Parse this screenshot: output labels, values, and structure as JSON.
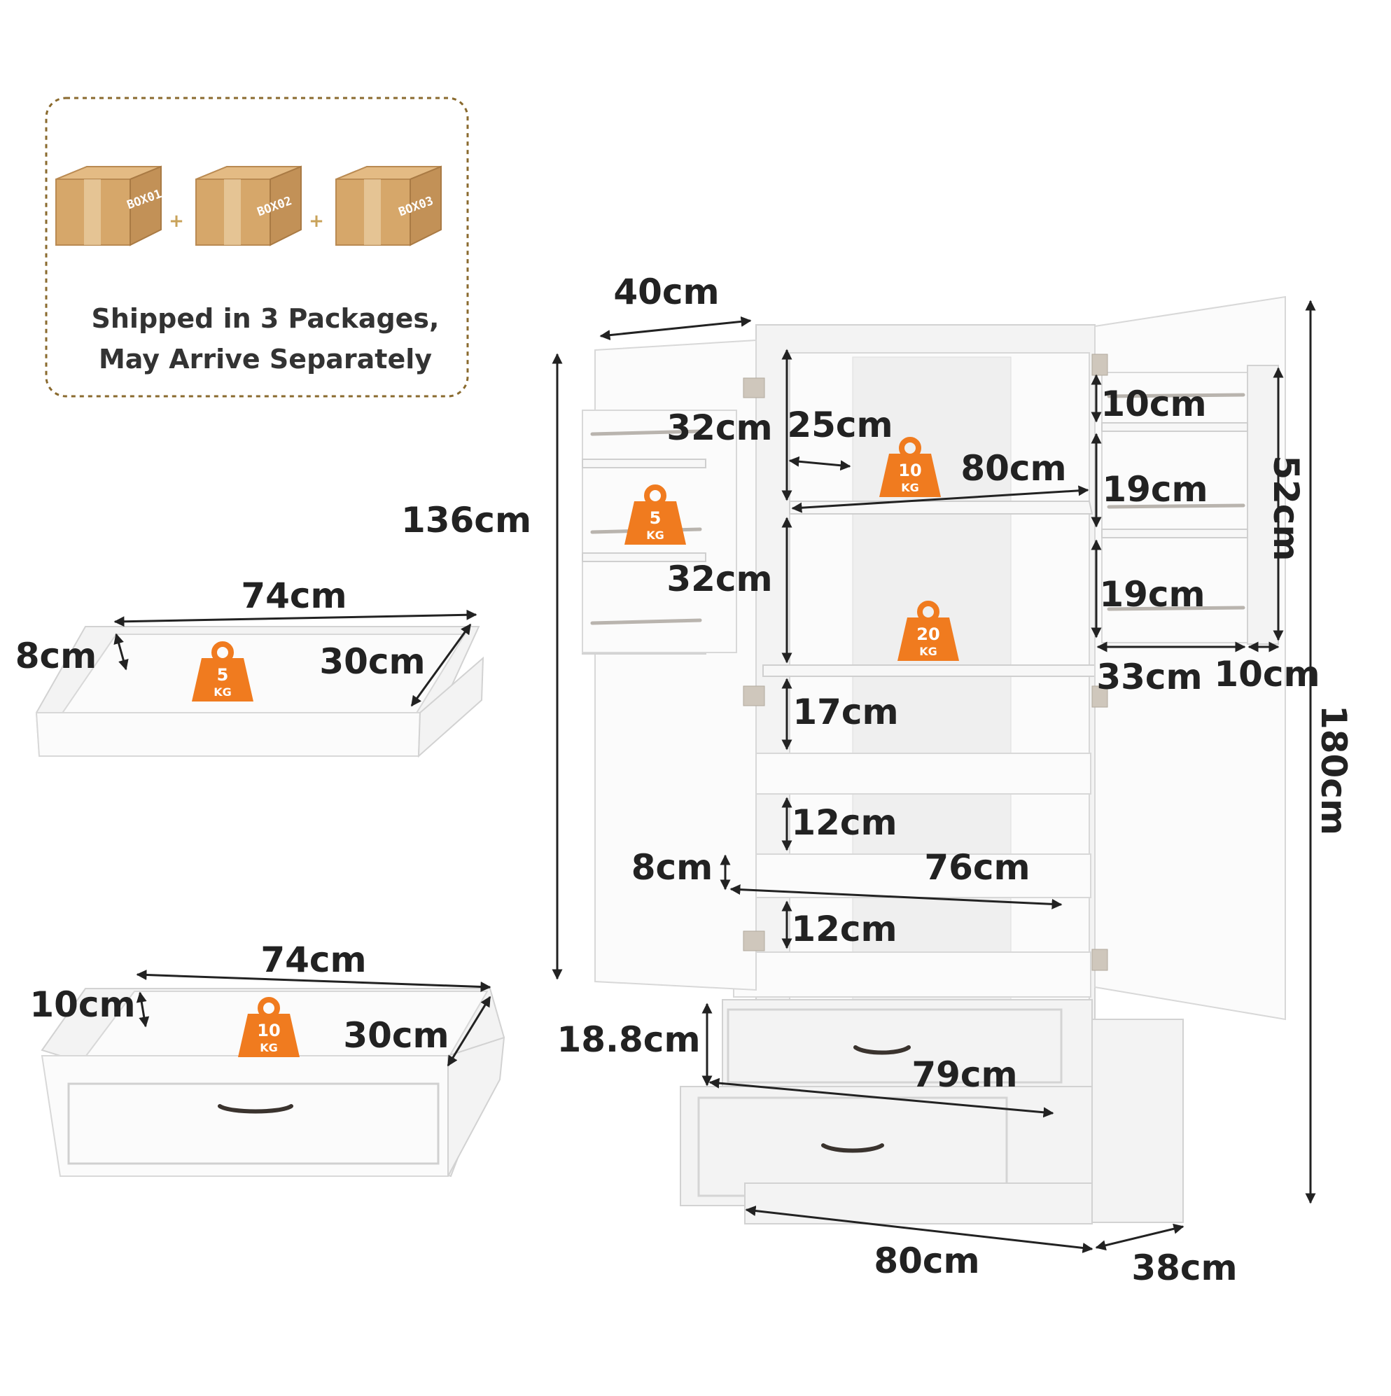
{
  "package_note": {
    "boxes": [
      "BOX01",
      "BOX02",
      "BOX03"
    ],
    "plus": "+",
    "line1": "Shipped in 3 Packages,",
    "line2": "May Arrive Separately",
    "border_color": "#8a6a2e"
  },
  "weight_badges": {
    "color": "#f07b1f",
    "unit": "KG",
    "top_drawer": "5",
    "bottom_drawer": "10",
    "door_rack": "5",
    "top_shelf": "10",
    "middle_shelf": "20"
  },
  "top_drawer": {
    "width": "74cm",
    "height": "8cm",
    "depth": "30cm"
  },
  "bottom_drawer": {
    "width": "74cm",
    "height": "10cm",
    "depth": "30cm"
  },
  "cabinet": {
    "door_width": "40cm",
    "door_height": "136cm",
    "left_rack_top_gap": "32cm",
    "left_rack_mid_gap": "32cm",
    "shelf_depth": "25cm",
    "inner_width": "80cm",
    "right_rack_top": "10cm",
    "right_rack_mid": "19cm",
    "right_rack_low": "19cm",
    "right_rack_height": "52cm",
    "right_rack_width": "33cm",
    "right_rack_depth": "10cm",
    "pullout_gap1": "17cm",
    "pullout_gap2": "12cm",
    "pullout_height": "8cm",
    "pullout_width": "76cm",
    "pullout_gap3": "12cm",
    "lower_drawer_height": "18.8cm",
    "lower_drawer_width": "79cm",
    "total_height": "180cm",
    "base_width": "80cm",
    "base_depth": "38cm"
  }
}
